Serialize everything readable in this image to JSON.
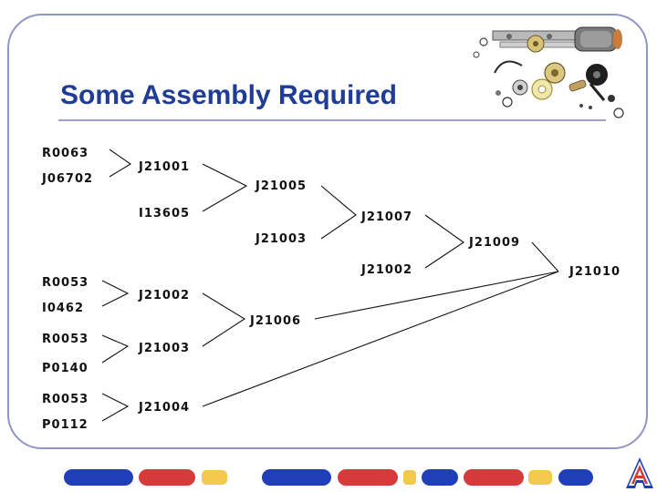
{
  "slide": {
    "title": "Some Assembly Required"
  },
  "diagram": {
    "nodes": {
      "R0063": "R0063",
      "J06702": "J06702",
      "J21001": "J21001",
      "J21005": "J21005",
      "I13605": "I13605",
      "J21007": "J21007",
      "J21003a": "J21003",
      "J21009": "J21009",
      "J21002a": "J21002",
      "J21010": "J21010",
      "R0053a": "R0053",
      "I0462": "I0462",
      "J21002b": "J21002",
      "J21006": "J21006",
      "R0053b": "R0053",
      "J21003b": "J21003",
      "P0140": "P0140",
      "R0053c": "R0053",
      "J21004": "J21004",
      "P0112": "P0112"
    }
  },
  "colors": {
    "title": "#1f3d94",
    "frame": "#8f96c4",
    "footer_blue": "#1f3fb8",
    "footer_red": "#d63a3a",
    "footer_yellow": "#f2c94c"
  },
  "icons": {
    "photo": "mechanical-parts-photo",
    "logo": "university-a-logo"
  }
}
